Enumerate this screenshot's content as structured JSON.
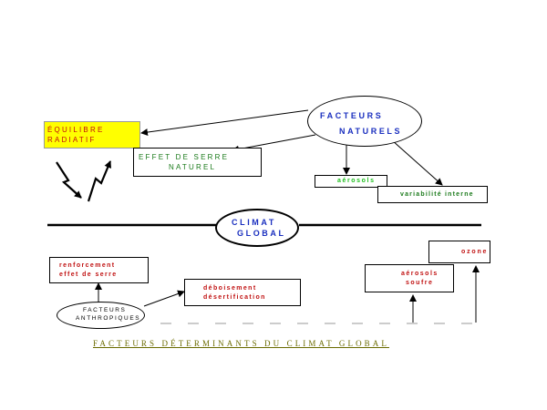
{
  "colors": {
    "blue": "#1a2fbf",
    "green": "#1a7a1a",
    "bright_green": "#1fc01f",
    "red": "#c01010",
    "yellow": "#ffff00",
    "olive": "#6b6b00"
  },
  "nodes": {
    "facteurs_naturels": [
      "FACTEURS",
      "NATURELS"
    ],
    "equilibre_radiatif": [
      "ÉQUILIBRE",
      "RADIATIF"
    ],
    "effet_de_serre_naturel": [
      "EFFET DE SERRE",
      "NATUREL"
    ],
    "aerosols": "aérosols",
    "variabilite_interne": "variabilité interne",
    "climat_global": [
      "CLIMAT",
      "GLOBAL"
    ],
    "ozone": "ozone",
    "renforcement_effet_de_serre": [
      "renforcement",
      "effet de serre"
    ],
    "deboisement_desertification": [
      "déboisement",
      "désertification"
    ],
    "aerosols_soufre": [
      "aérosols",
      "soufre"
    ],
    "facteurs_anthropiques": [
      "FACTEURS",
      "ANTHROPIQUES"
    ]
  },
  "caption": "FACTEURS DÉTERMINANTS DU CLIMAT GLOBAL"
}
